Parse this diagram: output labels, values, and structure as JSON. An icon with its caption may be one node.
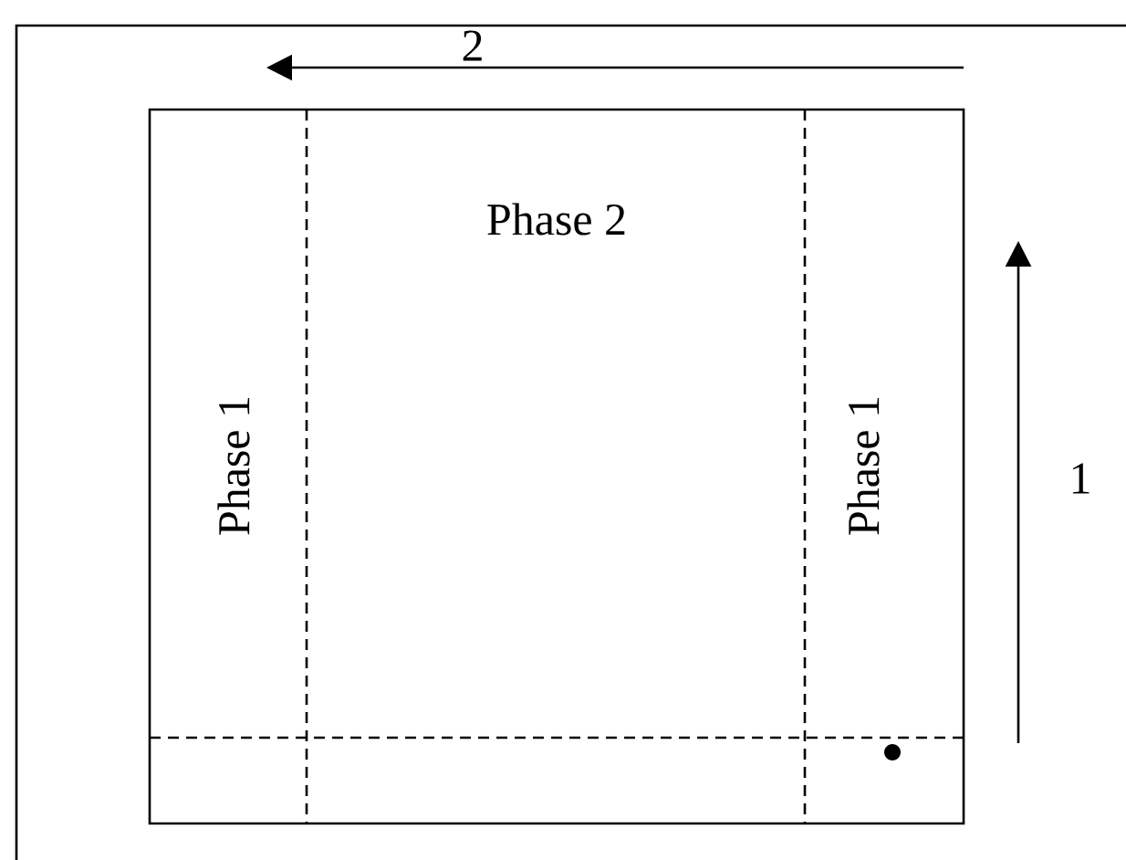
{
  "diagram": {
    "labels": [
      "2",
      "Phase 2",
      "Phase 1",
      "Phase 1",
      "1"
    ]
  }
}
